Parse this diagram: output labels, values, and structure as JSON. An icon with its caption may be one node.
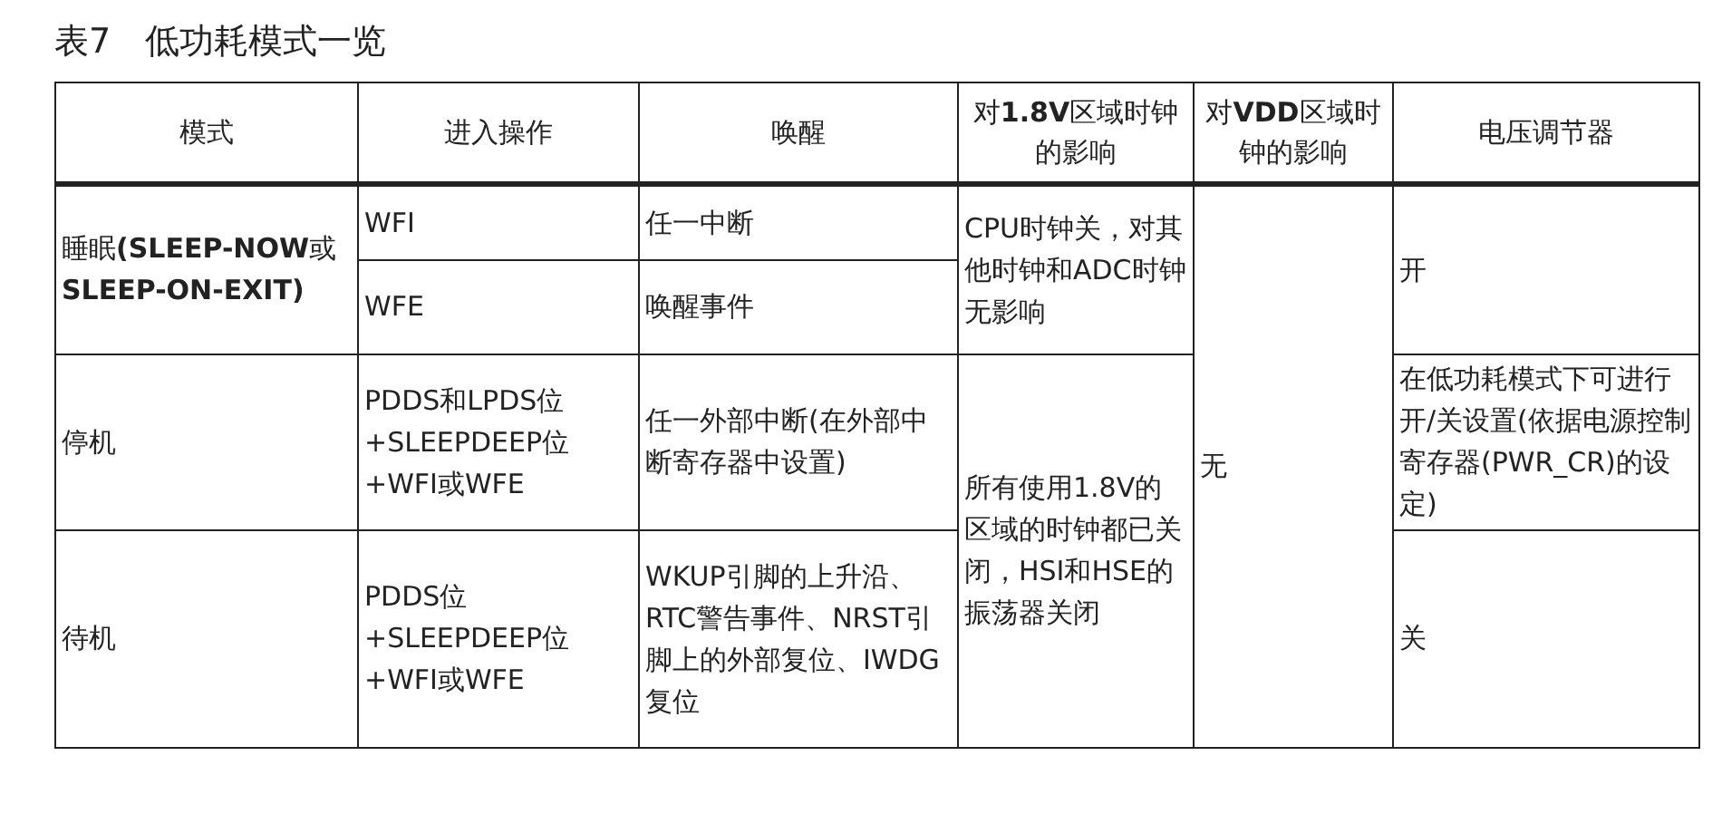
{
  "diagram": {
    "title": "表7　低功耗模式一览",
    "labels": [
      "模式",
      "进入操作",
      "唤醒",
      "对**1.8V**区域时钟的影响",
      "对**VDD**区域时钟的影响",
      "电压调节器",
      "睡眠**(SLEEP-NOW**或**SLEEP-ON-EXIT)**",
      "WFI",
      "任一中断",
      "CPU时钟关，对其他时钟和ADC时钟无影响",
      "无",
      "开",
      "WFE",
      "唤醒事件",
      "停机",
      "PDDS和LPDS位+SLEEPDEEP位+WFI或WFE",
      "任一外部中断(在外部中断寄存器中设置)",
      "所有使用1.8V的区域的时钟都已关闭，HSI和HSE的振荡器关闭",
      "在低功耗模式下可进行开/关设置(依据电源控制寄存器(PWR_CR)的设定)",
      "待机",
      "PDDS位+SLEEPDEEP位+WFI或WFE",
      "WKUP引脚的上升沿、RTC警告事件、NRST引脚上的外部复位、IWDG复位",
      "关"
    ]
  }
}
